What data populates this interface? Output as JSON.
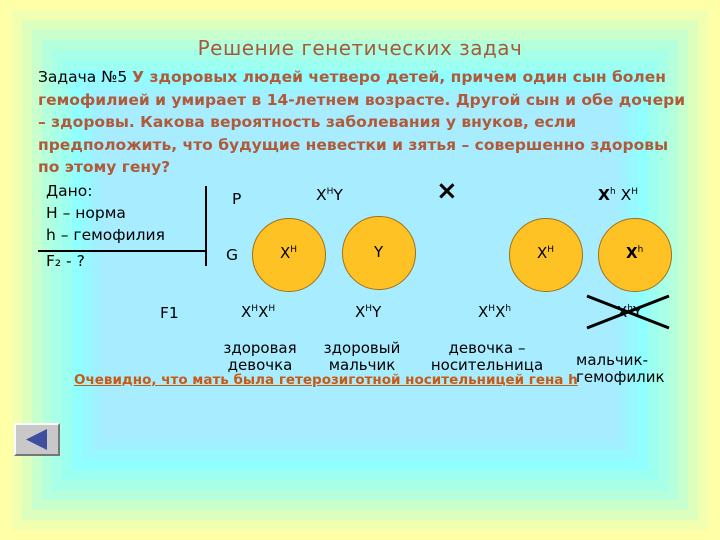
{
  "title": "Решение генетических задач",
  "task": {
    "number": "Задача №5",
    "text": "У здоровых людей четверо детей, причем один сын болен гемофилией и умирает в 14-летнем возрасте. Другой сын и обе дочери – здоровы. Какова вероятность заболевания у внуков, если предположить, что будущие невестки и зятья – совершенно здоровы по этому гену?"
  },
  "given": {
    "heading": "Дано:",
    "line1": "H – норма",
    "line2": "h – гемофилия",
    "question": "F₂ - ?"
  },
  "row_labels": {
    "p": "P",
    "g": "G",
    "f1": "F1"
  },
  "parents": {
    "father": {
      "base1": "X",
      "sup1": "H",
      "base2": "Y"
    },
    "cross_symbol": "×",
    "mother": {
      "base1": "X",
      "sup1": "h",
      "base2": "X",
      "sup2": "H"
    }
  },
  "gametes": {
    "g1": {
      "base": "X",
      "sup": "H"
    },
    "g2": {
      "base": "Y"
    },
    "g3": {
      "base": "X",
      "sup": "H"
    },
    "g4": {
      "base": "X",
      "sup": "h"
    }
  },
  "offspring": [
    {
      "b1": "X",
      "s1": "H",
      "b2": "X",
      "s2": "H",
      "desc": "здоровая девочка"
    },
    {
      "b1": "X",
      "s1": "H",
      "b2": "Y",
      "s2": "",
      "desc": "здоровый мальчик"
    },
    {
      "b1": "X",
      "s1": "H",
      "b2": "X",
      "s2": "h",
      "desc": "девочка – носительница"
    },
    {
      "b1": "X",
      "s1": "h",
      "b2": "Y",
      "s2": "",
      "desc": "мальчик-гемофилик"
    }
  ],
  "conclusion": "Очевидно, что мать была гетерозиготной носительницей гена h",
  "colors": {
    "accent": "#b05a3a",
    "gamete_fill": "#ffc224",
    "background": "#ffffa8"
  },
  "icons": {
    "back": "triangle-left"
  }
}
